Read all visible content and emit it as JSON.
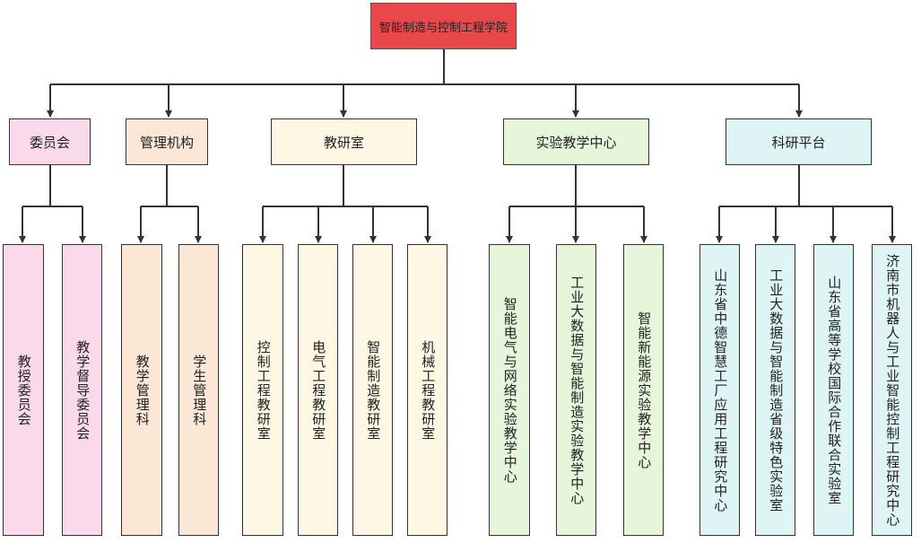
{
  "root": {
    "label": "智能制造与控制工程学院",
    "color": "#e9484a"
  },
  "groups": [
    {
      "label": "委员会",
      "color": "#f9d9ea",
      "children": [
        "教授委员会",
        "教学督导委员会"
      ]
    },
    {
      "label": "管理机构",
      "color": "#fbe7d6",
      "children": [
        "教学管理科",
        "学生管理科"
      ]
    },
    {
      "label": "教研室",
      "color": "#fdf7e3",
      "children": [
        "控制工程教研室",
        "电气工程教研室",
        "智能制造教研室",
        "机械工程教研室"
      ]
    },
    {
      "label": "实验教学中心",
      "color": "#e5f6db",
      "children": [
        "智能电气与网络实验教学中心",
        "工业大数据与智能制造实验教学中心",
        "智能新能源实验教学中心"
      ]
    },
    {
      "label": "科研平台",
      "color": "#dff4f5",
      "children": [
        "山东省中德智慧工厂应用工程研究中心",
        "工业大数据与智能制造省级特色实验室",
        "山东省高等学校国际合作联合实验室",
        "济南市机器人与工业智能控制工程研究中心"
      ]
    }
  ]
}
